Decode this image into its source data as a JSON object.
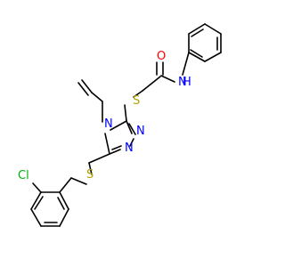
{
  "molecule": {
    "colors": {
      "bond": "#000000",
      "O": "#ff0000",
      "N": "#0000ff",
      "S": "#b2a100",
      "Cl": "#00b200"
    },
    "atom_labels": {
      "O": "O",
      "NH": "N",
      "H": "H",
      "S_thioether": "S",
      "N4": "N",
      "N1": "N",
      "N2": "N",
      "S_benzyl": "S",
      "Cl": "Cl"
    }
  }
}
